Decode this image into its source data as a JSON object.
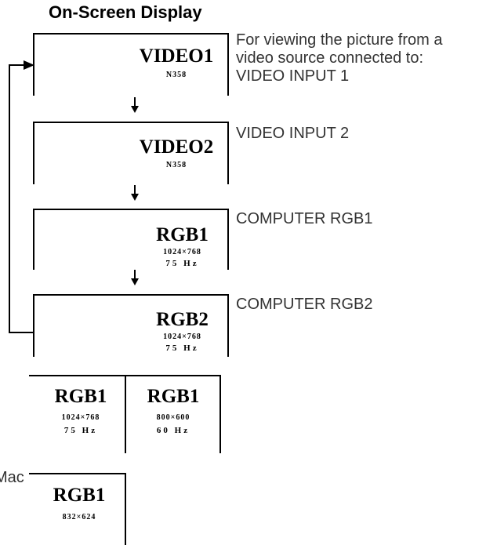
{
  "heading": "On-Screen Display",
  "sequence": [
    {
      "id": "video1",
      "label": "VIDEO1",
      "sub1": "N358",
      "description_lines": [
        "For viewing the picture from a",
        "video source connected to:",
        "VIDEO INPUT 1"
      ]
    },
    {
      "id": "video2",
      "label": "VIDEO2",
      "sub1": "N358",
      "description_lines": [
        "VIDEO INPUT 2"
      ]
    },
    {
      "id": "rgb1",
      "label": "RGB1",
      "sub1": "1024×768",
      "sub2": "75 Hz",
      "description_lines": [
        "COMPUTER RGB1"
      ]
    },
    {
      "id": "rgb2",
      "label": "RGB2",
      "sub1": "1024×768",
      "sub2": "75 Hz",
      "description_lines": [
        "COMPUTER RGB2"
      ]
    }
  ],
  "examples": [
    {
      "label": "RGB1",
      "sub1": "1024×768",
      "sub2": "75 Hz"
    },
    {
      "label": "RGB1",
      "sub1": "800×600",
      "sub2": "60 Hz"
    }
  ],
  "mac": {
    "prefix": "Mac",
    "label": "RGB1",
    "sub1": "832×624"
  }
}
